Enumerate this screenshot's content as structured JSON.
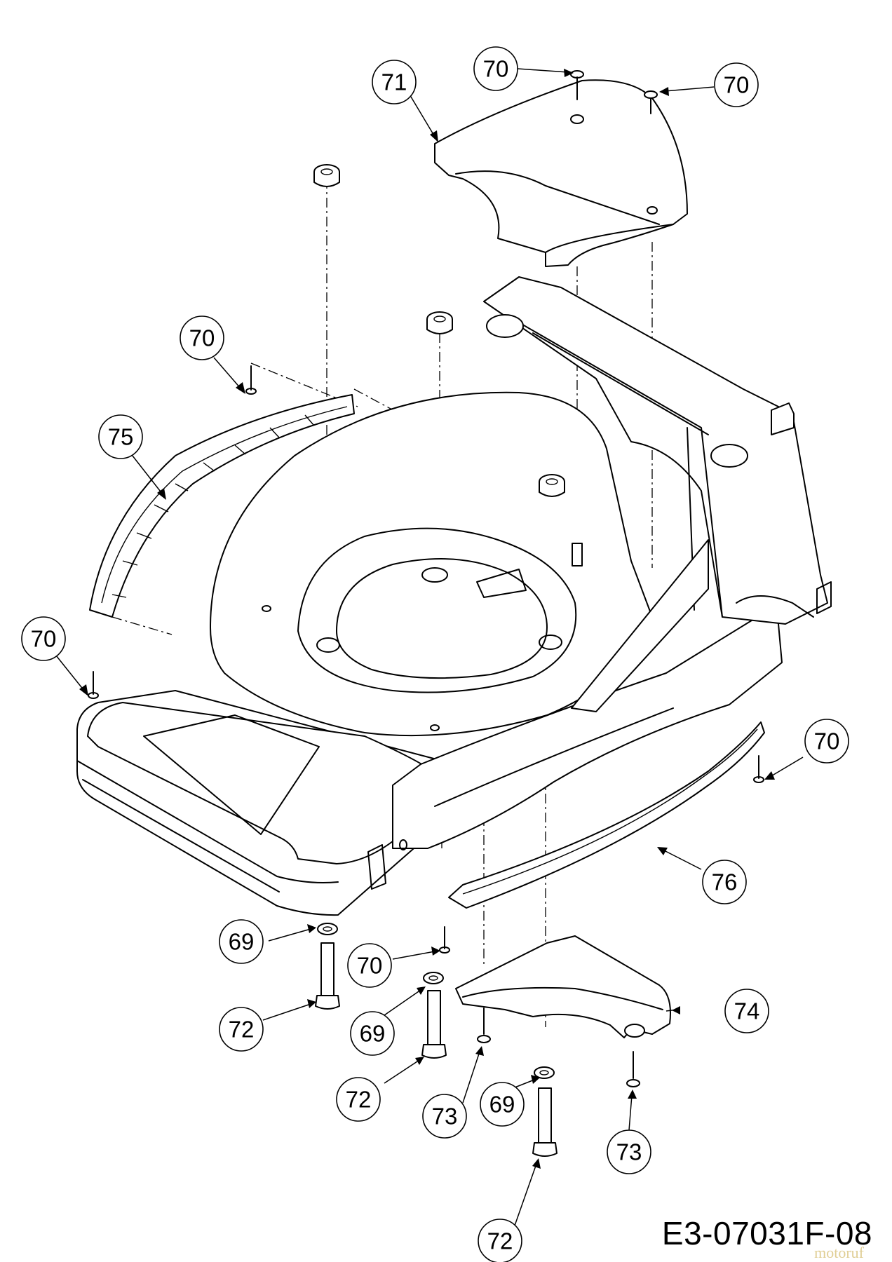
{
  "callouts": [
    {
      "id": "c70a",
      "label": "70"
    },
    {
      "id": "c70b",
      "label": "70"
    },
    {
      "id": "c71",
      "label": "71"
    },
    {
      "id": "c70c",
      "label": "70"
    },
    {
      "id": "c75",
      "label": "75"
    },
    {
      "id": "c70d",
      "label": "70"
    },
    {
      "id": "c70e",
      "label": "70"
    },
    {
      "id": "c76",
      "label": "76"
    },
    {
      "id": "c69a",
      "label": "69"
    },
    {
      "id": "c70f",
      "label": "70"
    },
    {
      "id": "c74",
      "label": "74"
    },
    {
      "id": "c72a",
      "label": "72"
    },
    {
      "id": "c69b",
      "label": "69"
    },
    {
      "id": "c72b",
      "label": "72"
    },
    {
      "id": "c73a",
      "label": "73"
    },
    {
      "id": "c69c",
      "label": "69"
    },
    {
      "id": "c73b",
      "label": "73"
    },
    {
      "id": "c72c",
      "label": "72"
    }
  ],
  "diagram_code": "E3-07031F-08",
  "watermark": "motoruf"
}
